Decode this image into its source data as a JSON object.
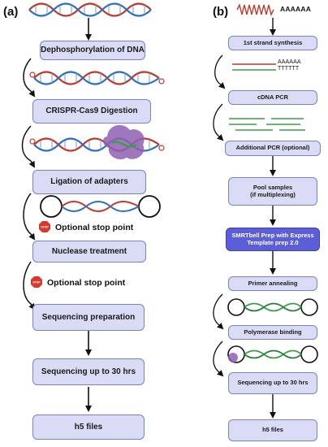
{
  "panel_a": {
    "label": "(a)",
    "steps": [
      "Dephosphorylation of DNA",
      "CRISPR-Cas9 Digestion",
      "Ligation of adapters",
      "Nuclease treatment",
      "Sequencing preparation",
      "Sequencing up to 30 hrs",
      "h5 files"
    ],
    "stop_text": "Optional stop point",
    "stop_icon_text": "STOP"
  },
  "panel_b": {
    "label": "(b)",
    "steps": [
      "1st strand synthesis",
      "cDNA PCR",
      "Additional PCR (optional)",
      "Pool samples\n(if multiplexing)",
      "SMRTbell Prep with Express\nTemplate prep 2.0",
      "Primer annealing",
      "Polymerase binding",
      "Sequencing up to 30 hrs",
      "h5 files"
    ],
    "polya": "AAAAAA",
    "polyt": "TTTTTT"
  },
  "colors": {
    "box_fill": "#d9dcf4",
    "box_border": "#7b80c8",
    "highlight_fill": "#5b5ed6",
    "dna_red": "#c0392b",
    "dna_blue": "#2f6fc1",
    "dna_green": "#3a9e4a",
    "cas9_purple": "#8e5fb0",
    "stop_red": "#d63a2f"
  },
  "icons": [
    "dna-helix-icon",
    "stop-sign-icon",
    "cas9-protein-icon",
    "smrtbell-icon",
    "mrna-wave-icon"
  ]
}
